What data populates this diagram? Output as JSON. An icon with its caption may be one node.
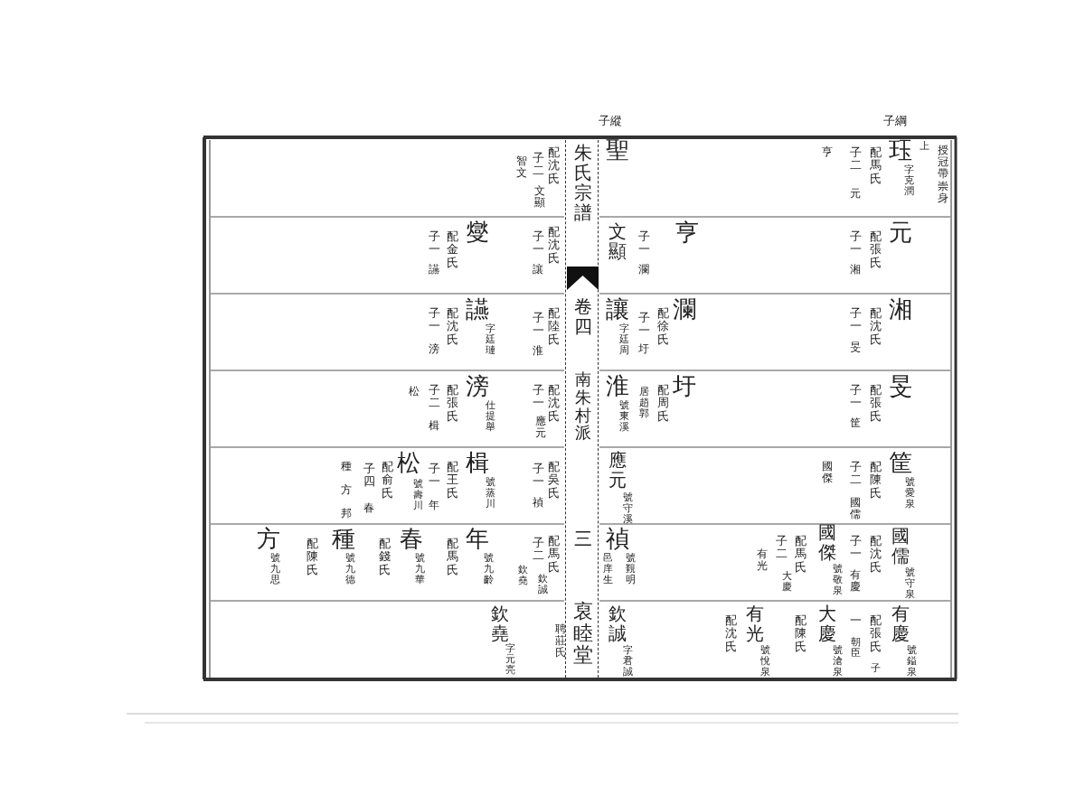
{
  "diagram": {
    "nodes": [
      {
        "text": [],
        "shape": "bar"
      },
      {
        "text": [
          "朱氏宗譜"
        ],
        "in": 0
      },
      {
        "text": [
          "卷四"
        ],
        "in": 0
      },
      {
        "text": [
          "南朱村派"
        ],
        "in": 0
      },
      {
        "text": [
          "三"
        ],
        "in": 0
      },
      {
        "text": [
          "裒睦堂"
        ],
        "in": 0
      }
    ],
    "labels": [
      "子綱",
      "子縱",
      "授冠帶崇身",
      "上",
      "珏",
      "字克潤",
      "配馬氏",
      "子二",
      "元",
      "亨",
      "聖",
      "配沈氏",
      "子二",
      "文顯",
      "智文",
      "元",
      "配張氏",
      "子一",
      "湘",
      "亨",
      "子一",
      "瀾",
      "文顯",
      "配沈氏",
      "子一",
      "讓",
      "燮",
      "配金氏",
      "子一",
      "讌",
      "湘",
      "配沈氏",
      "子一",
      "旻",
      "瀾",
      "配徐氏",
      "子一",
      "圩",
      "讓",
      "字廷周",
      "配陸氏",
      "子一",
      "淮",
      "讌",
      "字廷璉",
      "配沈氏",
      "子一",
      "滂",
      "旻",
      "配張氏",
      "子一",
      "筐",
      "圩",
      "配周氏",
      "居趙郭",
      "淮",
      "號東溪",
      "配沈氏",
      "子一",
      "應元",
      "滂",
      "仕提舉",
      "配張氏",
      "子二",
      "楫",
      "松",
      "筐",
      "號愛泉",
      "配陳氏",
      "子二",
      "國儒",
      "國傑",
      "應元",
      "號守溪",
      "配吳氏",
      "子一",
      "禎",
      "楫",
      "號蒸川",
      "配王氏",
      "子一",
      "年",
      "號壽川",
      "松",
      "配俞氏",
      "子四",
      "春",
      "種",
      "方",
      "邦",
      "國儒",
      "號守泉",
      "配沈氏",
      "子一",
      "有慶",
      "國傑",
      "號敬泉",
      "配馬氏",
      "子二",
      "大慶",
      "有光",
      "禎",
      "號覲明",
      "邑庠生",
      "配馬氏",
      "子二",
      "欽誠",
      "欽堯",
      "年",
      "號九齡",
      "配馬氏",
      "春",
      "號九華",
      "配錢氏",
      "種",
      "號九德",
      "配陳氏",
      "方",
      "號九思",
      "有慶",
      "號鎰泉",
      "配張氏",
      "一",
      "朝臣",
      "子",
      "大慶",
      "號滄泉",
      "配陳氏",
      "有光",
      "號悅泉",
      "配沈氏",
      "欽誠",
      "字君誠",
      "聘莊氏",
      "欽堯",
      "字元亮"
    ]
  }
}
